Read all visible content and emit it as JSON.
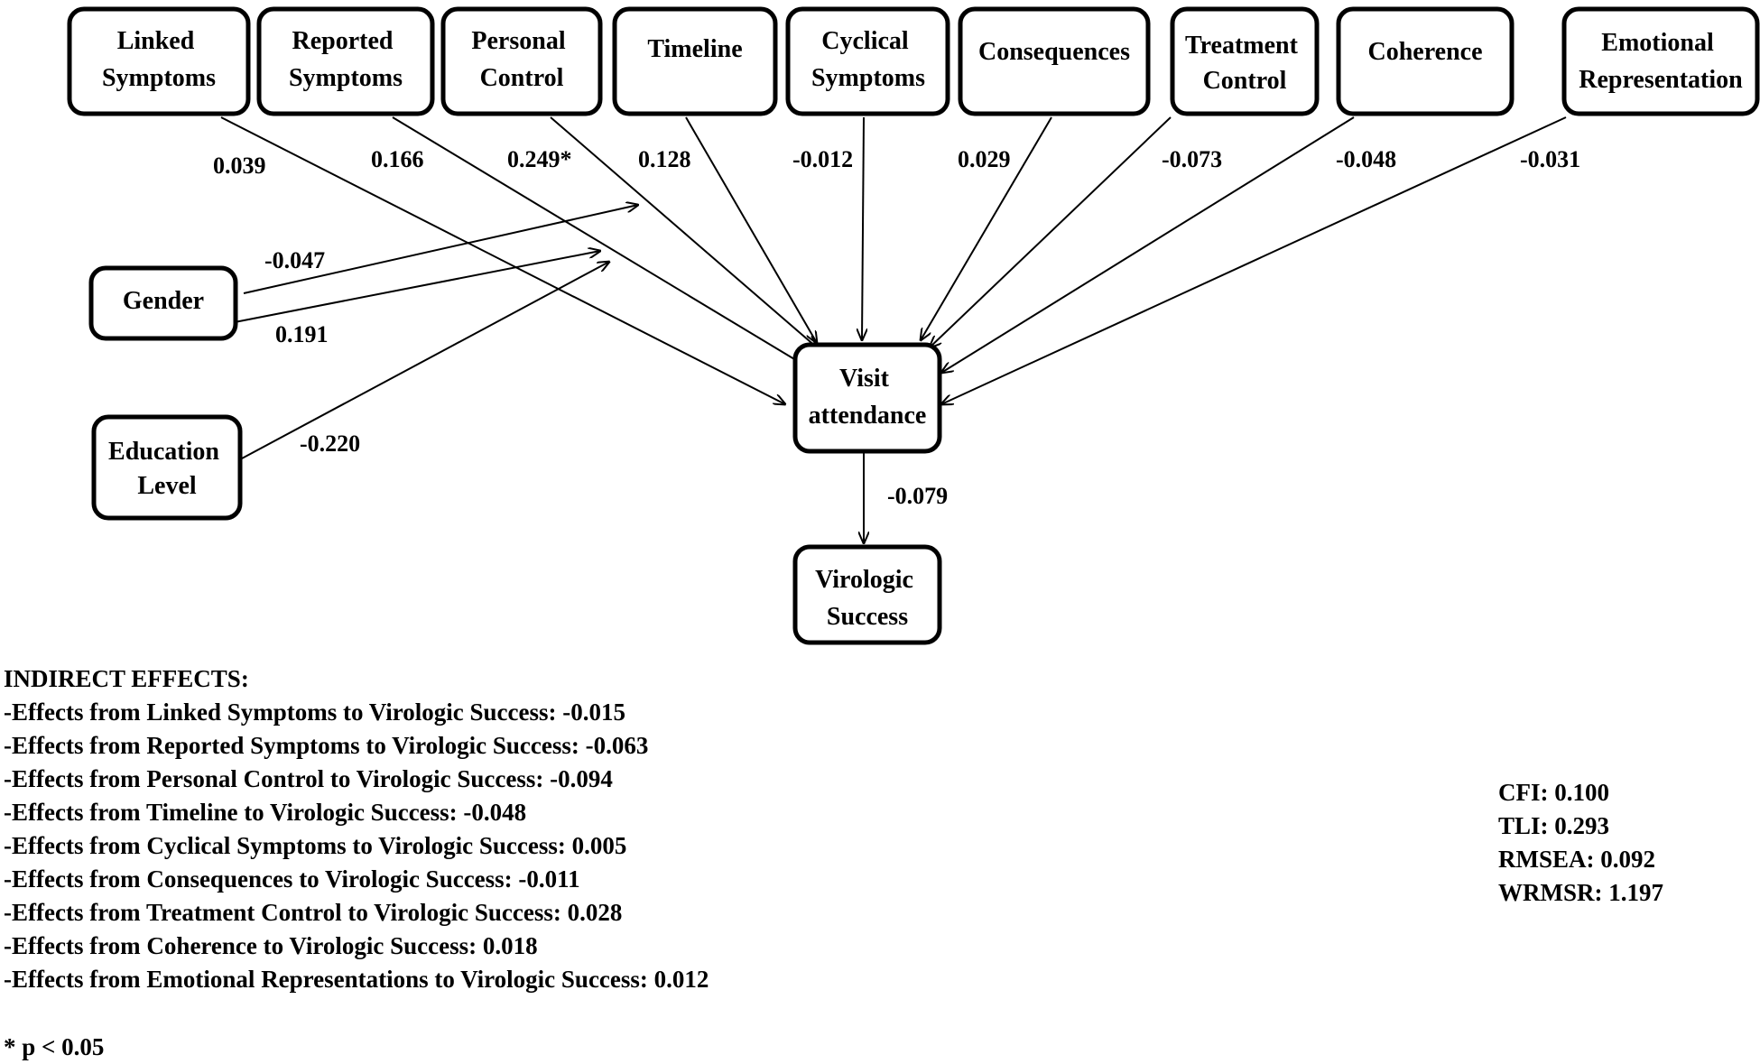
{
  "nodes": {
    "linked": [
      "Linked",
      "Symptoms"
    ],
    "reported": [
      "Reported",
      "Symptoms"
    ],
    "personal": [
      "Personal",
      "Control"
    ],
    "timeline": [
      "Timeline"
    ],
    "cyclical": [
      "Cyclical",
      "Symptoms"
    ],
    "consequences": [
      "Consequences"
    ],
    "treatment": [
      "Treatment",
      "Control"
    ],
    "coherence": [
      "Coherence"
    ],
    "emotional": [
      "Emotional",
      "Representation"
    ],
    "gender": [
      "Gender"
    ],
    "education": [
      "Education",
      "Level"
    ],
    "visit": [
      "Visit",
      "attendance"
    ],
    "virologic": [
      "Virologic",
      "Success"
    ]
  },
  "edges": {
    "linked": "0.039",
    "reported": "0.166",
    "personal": "0.249*",
    "timeline": "0.128",
    "cyclical": "-0.012",
    "consequences": "0.029",
    "treatment": "-0.073",
    "coherence": "-0.048",
    "emotional": "-0.031",
    "gender_a": "-0.047",
    "gender_b": "0.191",
    "education": "-0.220",
    "visit_virologic": "-0.079"
  },
  "indirect_effects": {
    "title": "INDIRECT EFFECTS:",
    "lines": [
      "-Effects from Linked Symptoms to Virologic Success: -0.015",
      "-Effects from Reported Symptoms to Virologic Success: -0.063",
      "-Effects from Personal Control to Virologic Success: -0.094",
      "-Effects from Timeline to Virologic Success: -0.048",
      "-Effects from Cyclical Symptoms to Virologic Success: 0.005",
      "-Effects from Consequences to Virologic Success: -0.011",
      "-Effects from Treatment Control to Virologic Success: 0.028",
      "-Effects from Coherence to Virologic Success: 0.018",
      "-Effects from Emotional Representations to Virologic Success: 0.012"
    ]
  },
  "fit_indices": [
    "CFI: 0.100",
    "TLI: 0.293",
    "RMSEA: 0.092",
    "WRMSR: 1.197"
  ],
  "footnote": "* p < 0.05"
}
